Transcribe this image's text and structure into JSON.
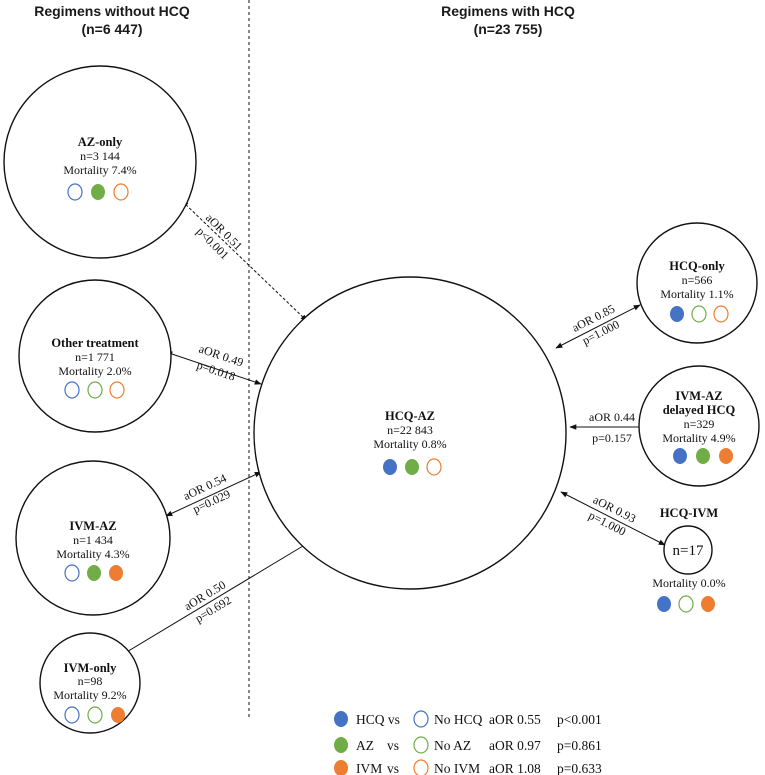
{
  "colors": {
    "hcq": "#4472c4",
    "az": "#70ad47",
    "ivm": "#ed7d31"
  },
  "headers": {
    "left_line1": "Regimens without HCQ",
    "left_line2": "(n=6 447)",
    "right_line1": "Regimens with HCQ",
    "right_line2": "(n=23 755)"
  },
  "nodes": {
    "az_only": {
      "title": "AZ-only",
      "n": "n=3 144",
      "mortality": "Mortality 7.4%"
    },
    "other": {
      "title": "Other treatment",
      "n": "n=1 771",
      "mortality": "Mortality 2.0%"
    },
    "ivm_az": {
      "title": "IVM-AZ",
      "n": "n=1 434",
      "mortality": "Mortality 4.3%"
    },
    "ivm_only": {
      "title": "IVM-only",
      "n": "n=98",
      "mortality": "Mortality 9.2%"
    },
    "hcq_az": {
      "title": "HCQ-AZ",
      "n": "n=22 843",
      "mortality": "Mortality 0.8%"
    },
    "hcq_only": {
      "title": "HCQ-only",
      "n": "n=566",
      "mortality": "Mortality 1.1%"
    },
    "ivm_az_delayed": {
      "title1": "IVM-AZ",
      "title2": "delayed HCQ",
      "n": "n=329",
      "mortality": "Mortality 4.9%"
    },
    "hcq_ivm": {
      "title": "HCQ-IVM",
      "n": "n=17",
      "mortality": "Mortality 0.0%"
    }
  },
  "comparisons": {
    "az_only": {
      "aor": "aOR 0.51",
      "p": "p<0.001"
    },
    "other": {
      "aor": "aOR 0.49",
      "p": "p=0.018"
    },
    "ivm_az": {
      "aor": "aOR 0.54",
      "p": "p=0.029"
    },
    "ivm_only": {
      "aor": "aOR 0.50",
      "p": "p=0.692"
    },
    "hcq_only": {
      "aor": "aOR 0.85",
      "p": "p=1.000"
    },
    "ivm_az_delayed": {
      "aor": "aOR 0.44",
      "p": "p=0.157"
    },
    "hcq_ivm": {
      "aor": "aOR 0.93",
      "p": "p=1.000"
    }
  },
  "legend": [
    {
      "color": "hcq",
      "label": "HCQ vs",
      "neg": "No HCQ",
      "aor": "aOR 0.55",
      "p": "p<0.001"
    },
    {
      "color": "az",
      "label": "AZ",
      "vs": "vs",
      "neg": "No AZ",
      "aor": "aOR 0.97",
      "p": "p=0.861"
    },
    {
      "color": "ivm",
      "label": "IVM",
      "vs": "vs",
      "neg": "No IVM",
      "aor": "aOR 1.08",
      "p": "p=0.633"
    }
  ]
}
